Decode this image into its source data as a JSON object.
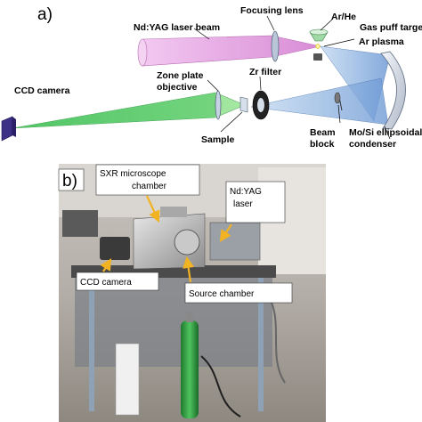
{
  "panel_a": {
    "letter": "a)",
    "labels": {
      "nd_yag_beam": "Nd:YAG laser beam",
      "focusing_lens": "Focusing lens",
      "ar_he": "Ar/He",
      "gas_puff": "Gas puff target",
      "ar_plasma": "Ar plasma",
      "zone_plate_1": "Zone plate",
      "zone_plate_2": "objective",
      "zr_filter": "Zr filter",
      "ccd_camera": "CCD camera",
      "sample": "Sample",
      "beam_block_1": "Beam",
      "beam_block_2": "block",
      "condenser_1": "Mo/Si ellipsoidal",
      "condenser_2": "condenser"
    }
  },
  "panel_b": {
    "letter": "b)",
    "callouts": {
      "sxr_1": "SXR microscope",
      "sxr_2": "chamber",
      "ndyag_1": "Nd:YAG",
      "ndyag_2": "laser",
      "ccd": "CCD camera",
      "source": "Source chamber"
    }
  },
  "colors": {
    "laser_beam": "#e7a6e4",
    "xray_beam_green": "#67d36c",
    "xray_beam_blue": "#8fb4e0",
    "callout_arrow": "#f2b323",
    "ccd_body": "#3c2f86"
  }
}
